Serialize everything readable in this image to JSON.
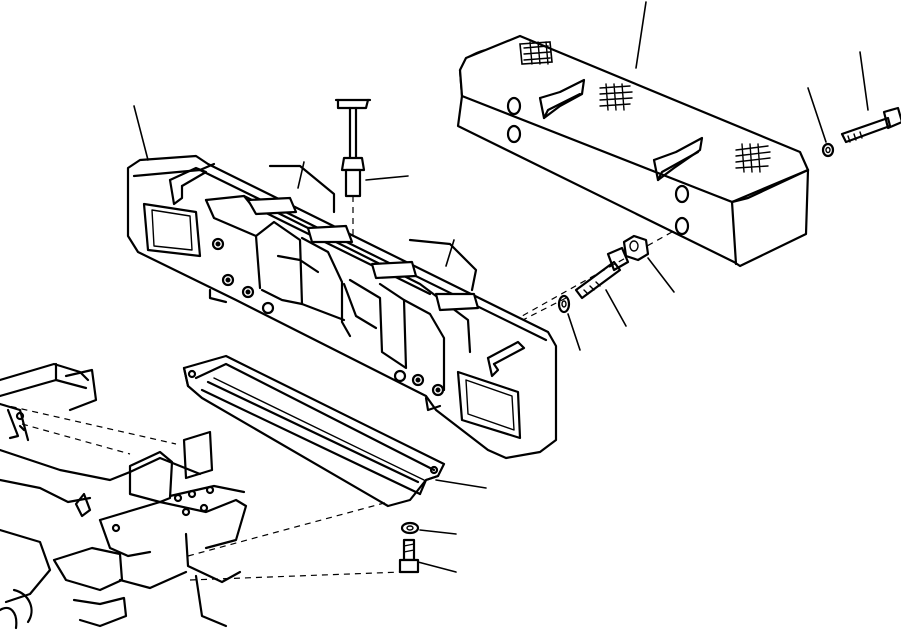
{
  "diagram": {
    "type": "exploded-parts-view",
    "callout_numbers_shown": false,
    "parts": [
      {
        "id": "upper-counterweight",
        "label_text": ""
      },
      {
        "id": "lower-counterweight",
        "label_text": ""
      },
      {
        "id": "lifting-eye-bolt",
        "label_text": ""
      },
      {
        "id": "bottom-cover-plate",
        "label_text": ""
      },
      {
        "id": "long-bolt-upper",
        "label_text": ""
      },
      {
        "id": "washer-upper",
        "label_text": ""
      },
      {
        "id": "spacer-nut",
        "label_text": ""
      },
      {
        "id": "mid-bolt",
        "label_text": ""
      },
      {
        "id": "mid-washer",
        "label_text": ""
      },
      {
        "id": "cover-washer",
        "label_text": ""
      },
      {
        "id": "cover-bolt",
        "label_text": ""
      },
      {
        "id": "machine-frame",
        "label_text": ""
      }
    ]
  }
}
